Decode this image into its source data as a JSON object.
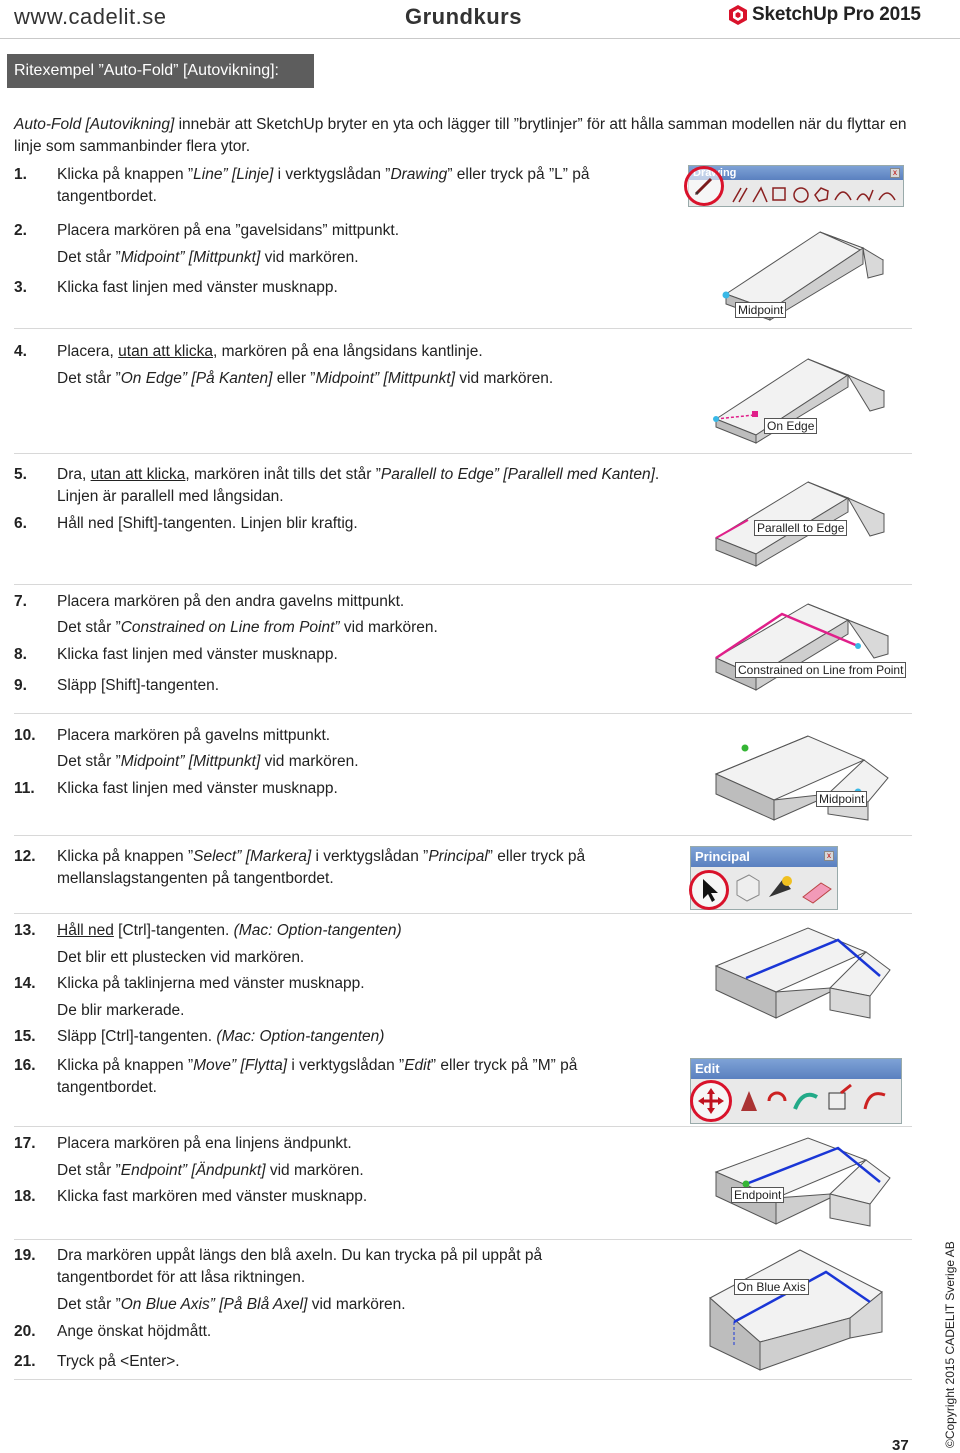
{
  "header": {
    "site": "www.cadelit.se",
    "course": "Grundkurs",
    "brand": "SketchUp Pro 2015"
  },
  "section_title": "Ritexempel ”Auto-Fold” [Autovikning]:",
  "intro": {
    "lead": "Auto-Fold [Autovikning]",
    "rest": " innebär att SketchUp bryter en yta och lägger till ”brytlinjer” för att hålla samman modellen när du flyttar en linje som sammanbinder flera ytor."
  },
  "steps": {
    "s1": {
      "num": "1.",
      "a": "Klicka på knappen ”",
      "b": "Line” [Linje]",
      "c": " i verktygslådan ”",
      "d": "Drawing",
      "e": "” eller tryck på ”L” på tangentbordet."
    },
    "s2": {
      "num": "2.",
      "a": "Placera markören på ena ”gavelsidans” mittpunkt."
    },
    "s2b": {
      "a": "Det står ”",
      "b": "Midpoint” [Mittpunkt]",
      "c": " vid markören."
    },
    "s3": {
      "num": "3.",
      "a": "Klicka fast linjen med vänster musknapp."
    },
    "s4": {
      "num": "4.",
      "a": "Placera, ",
      "u": "utan att klicka",
      "b": ", markören på ena långsidans kantlinje."
    },
    "s4b": {
      "a": "Det står ”",
      "b": "On Edge” [På Kanten]",
      "c": " eller ”",
      "d": "Midpoint” [Mittpunkt]",
      "e": " vid markören."
    },
    "s5": {
      "num": "5.",
      "a": "Dra, ",
      "u": "utan att klicka",
      "b": ", markören inåt tills det står ”",
      "c": "Parallell to Edge” [Parallell med Kanten]",
      "d": ". Linjen är parallell med långsidan."
    },
    "s6": {
      "num": "6.",
      "a": "Håll ned [Shift]-tangenten. Linjen blir kraftig."
    },
    "s7": {
      "num": "7.",
      "a": "Placera markören på den andra gavelns mittpunkt."
    },
    "s7b": {
      "a": "Det står ”",
      "b": "Constrained on Line from Point”",
      "c": " vid markören."
    },
    "s8": {
      "num": "8.",
      "a": "Klicka fast linjen med vänster musknapp."
    },
    "s9": {
      "num": "9.",
      "a": "Släpp [Shift]-tangenten."
    },
    "s10": {
      "num": "10.",
      "a": "Placera markören på gavelns mittpunkt."
    },
    "s10b": {
      "a": "Det står ”",
      "b": "Midpoint” [Mittpunkt]",
      "c": " vid markören."
    },
    "s11": {
      "num": "11.",
      "a": "Klicka fast linjen med vänster musknapp."
    },
    "s12": {
      "num": "12.",
      "a": "Klicka på knappen ”",
      "b": "Select” [Markera]",
      "c": " i verktygslådan ”",
      "d": "Principal",
      "e": "” eller tryck på mellanslagstangenten på tangentbordet."
    },
    "s13": {
      "num": "13.",
      "u": "Håll ned",
      "a": " [Ctrl]-tangenten. ",
      "b": "(Mac: Option-tangenten)"
    },
    "s13b": {
      "a": "Det blir ett plustecken vid markören."
    },
    "s14": {
      "num": "14.",
      "a": "Klicka på taklinjerna med vänster musknapp."
    },
    "s14b": {
      "a": "De blir markerade."
    },
    "s15": {
      "num": "15.",
      "a": "Släpp [Ctrl]-tangenten. ",
      "b": "(Mac: Option-tangenten)"
    },
    "s16": {
      "num": "16.",
      "a": "Klicka på knappen ”",
      "b": "Move” [Flytta]",
      "c": " i verktygslådan ”",
      "d": "Edit",
      "e": "” eller tryck på ”M” på tangentbordet."
    },
    "s17": {
      "num": "17.",
      "a": "Placera markören på ena linjens ändpunkt."
    },
    "s17b": {
      "a": "Det står ”",
      "b": "Endpoint” [Ändpunkt]",
      "c": " vid markören."
    },
    "s18": {
      "num": "18.",
      "a": "Klicka fast markören med vänster musknapp."
    },
    "s19": {
      "num": "19.",
      "a": "Dra markören uppåt längs den blå axeln. Du kan trycka på pil uppåt på tangentbordet för att låsa riktningen."
    },
    "s19b": {
      "a": "Det står ”",
      "b": "On Blue Axis” [På Blå Axel]",
      "c": " vid markören."
    },
    "s20": {
      "num": "20.",
      "a": "Ange önskat höjdmått."
    },
    "s21": {
      "num": "21.",
      "a": "Tryck på <Enter>."
    }
  },
  "figures": {
    "tag_midpoint": "Midpoint",
    "tag_onedge": "On Edge",
    "tag_parallel": "Parallell to Edge",
    "tag_constrained": "Constrained on Line from Point",
    "tag_endpoint": "Endpoint",
    "tag_blueaxis": "On Blue Axis",
    "toolbar_drawing": "Drawing",
    "toolbar_principal": "Principal",
    "toolbar_edit": "Edit"
  },
  "footer": {
    "copyright": "©Copyright 2015 CADELIT Sverige AB",
    "page": "37"
  },
  "colors": {
    "title_bg": "#5d5d5d",
    "ring": "#d9122b",
    "magenta": "#e0208a",
    "blue_axis": "#1a36d6"
  }
}
